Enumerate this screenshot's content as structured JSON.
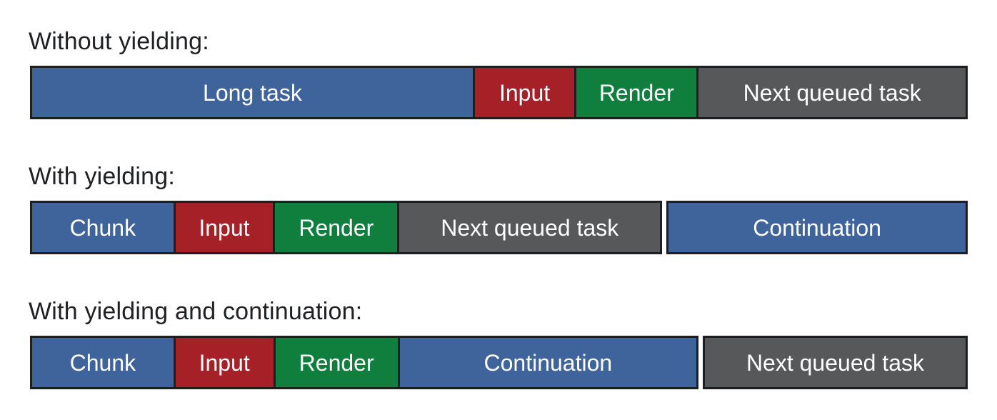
{
  "colors": {
    "background": "#ffffff",
    "border": "#1d1f21",
    "title_text": "#202124",
    "segment_text": "#ffffff",
    "task_blue": "#3f639b",
    "input_red": "#a62028",
    "render_green": "#107e3c",
    "queued_gray": "#575859"
  },
  "sections": [
    {
      "title": "Without yielding:",
      "segments": [
        {
          "label": "Long task",
          "color": "#3f639b"
        },
        {
          "label": "Input",
          "color": "#a62028"
        },
        {
          "label": "Render",
          "color": "#107e3c"
        },
        {
          "label": "Next queued task",
          "color": "#575859"
        }
      ]
    },
    {
      "title": "With yielding:",
      "segments": [
        {
          "label": "Chunk",
          "color": "#3f639b"
        },
        {
          "label": "Input",
          "color": "#a62028"
        },
        {
          "label": "Render",
          "color": "#107e3c"
        },
        {
          "label": "Next queued task",
          "color": "#575859"
        },
        {
          "label": "Continuation",
          "color": "#3f639b"
        }
      ]
    },
    {
      "title": "With yielding and continuation:",
      "segments": [
        {
          "label": "Chunk",
          "color": "#3f639b"
        },
        {
          "label": "Input",
          "color": "#a62028"
        },
        {
          "label": "Render",
          "color": "#107e3c"
        },
        {
          "label": "Continuation",
          "color": "#3f639b"
        },
        {
          "label": "Next queued task",
          "color": "#575859"
        }
      ]
    }
  ]
}
